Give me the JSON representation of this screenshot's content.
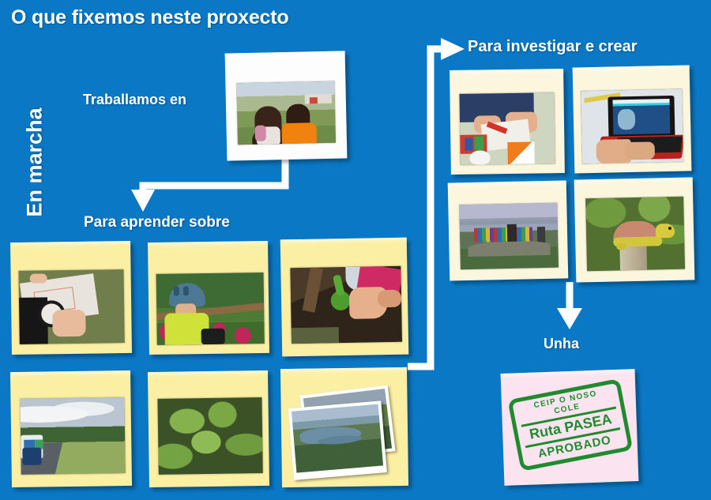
{
  "theme": {
    "background_color": "#0a78c4",
    "card_color": "#fbefa4",
    "card_ivory_color": "#fbf6dd",
    "card_white_color": "#fdfdfd",
    "card_pink_color": "#fbe4ef",
    "text_color": "#ffffff",
    "stamp_color": "#1f8b2e"
  },
  "header": {
    "title": "O que fixemos neste proxecto"
  },
  "side_title": {
    "text": "En marcha"
  },
  "labels": {
    "traballamos": "Traballamos en",
    "aprender": "Para aprender sobre",
    "investigar": "Para investigar e crear",
    "unha": "Unha"
  },
  "photos": {
    "hero": {
      "caption": "two-children-backs-field-photo"
    },
    "aprender": [
      {
        "caption": "hands-holding-map-and-compass-photo"
      },
      {
        "caption": "child-cyclist-blue-helmet-flowers-photo"
      },
      {
        "caption": "child-hands-planting-seedling-soil-photo"
      },
      {
        "caption": "roadside-vehicles-green-verge-photo"
      },
      {
        "caption": "green-leafy-plants-closeup-photo"
      },
      {
        "caption": "stacked-landscape-estuary-photos"
      }
    ],
    "investigar": [
      {
        "caption": "children-drawing-at-desk-photo"
      },
      {
        "caption": "hands-typing-on-red-laptop-map-photo"
      },
      {
        "caption": "group-of-children-on-clifftop-photo"
      },
      {
        "caption": "yellow-turtle-sculpture-on-post-photo"
      }
    ]
  },
  "stamp": {
    "line1": "CEIP O NOSO COLE",
    "line2": "Ruta PASEA",
    "line3": "APROBADO"
  },
  "connectors": {
    "hero_to_aprender": "elbow-arrow-down-left-down",
    "aprender_to_investigar": "long-elbow-arrow-left-up-right",
    "investigar_to_unha": "straight-arrow-down"
  }
}
